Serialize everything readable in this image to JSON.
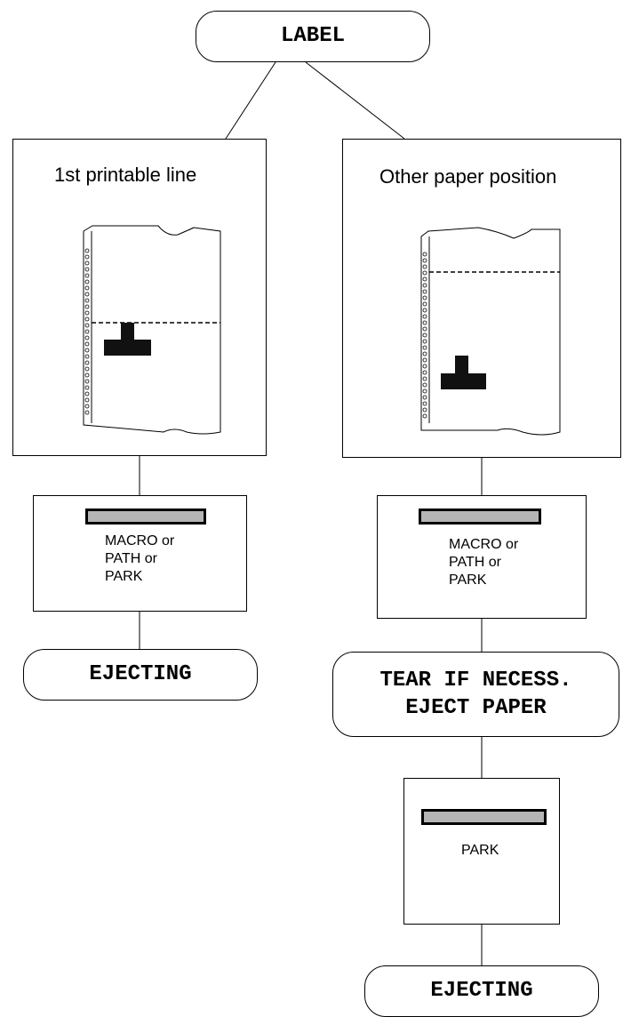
{
  "top_node": {
    "label": "LABEL"
  },
  "left_branch": {
    "panel_caption": "1st printable line",
    "key_text": "MACRO or\nPATH or\nPARK",
    "result": "EJECTING"
  },
  "right_branch": {
    "panel_caption": "Other paper position",
    "key_text": "MACRO or\nPATH or\nPARK",
    "message": "TEAR IF NECESS.\nEJECT PAPER",
    "park_key_text": "PARK",
    "result": "EJECTING"
  },
  "colors": {
    "line": "#000000",
    "key_bar": "#b5b5b5",
    "print_head": "#111111"
  }
}
